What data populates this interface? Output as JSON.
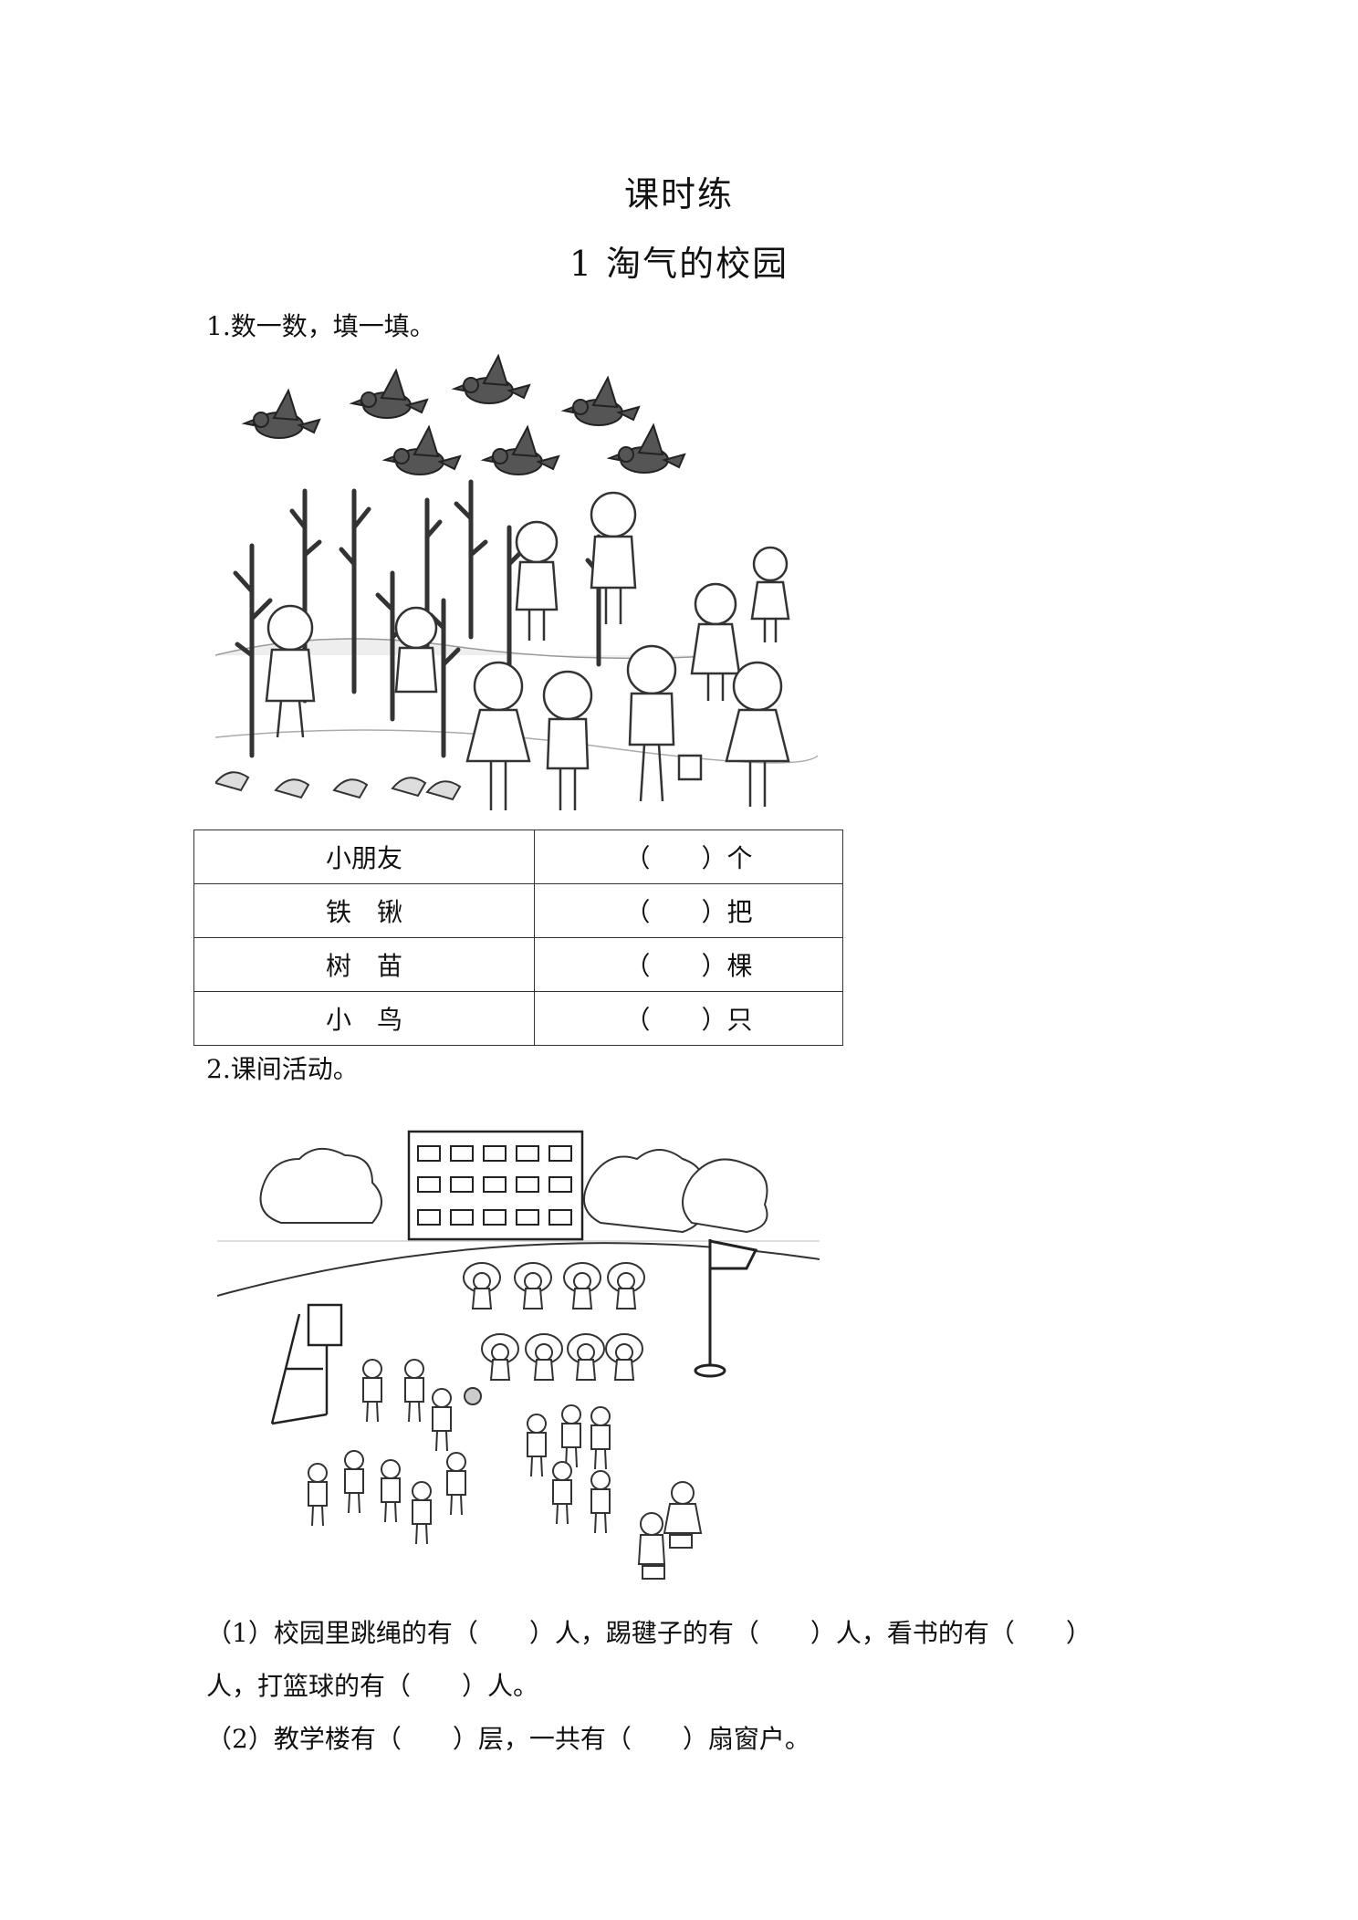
{
  "header": {
    "title": "课时练",
    "lesson_title": "1 淘气的校园"
  },
  "question1": {
    "prompt": "1.数一数，填一填。",
    "illustration": "children-planting-trees-with-birds",
    "table": [
      {
        "item": "小朋友",
        "answer": "（　　）个"
      },
      {
        "item": "铁　锹",
        "answer": "（　　）把"
      },
      {
        "item": "树　苗",
        "answer": "（　　）棵"
      },
      {
        "item": "小　鸟",
        "answer": "（　　）只"
      }
    ]
  },
  "question2": {
    "prompt": "2.课间活动。",
    "illustration": "school-playground-activities",
    "part1_line1": "（1）校园里跳绳的有（　　）人，踢毽子的有（　　）人，看书的有（　　）",
    "part1_line2": "人，打篮球的有（　　）人。",
    "part2": "（2）教学楼有（　　）层，一共有（　　）扇窗户。"
  }
}
